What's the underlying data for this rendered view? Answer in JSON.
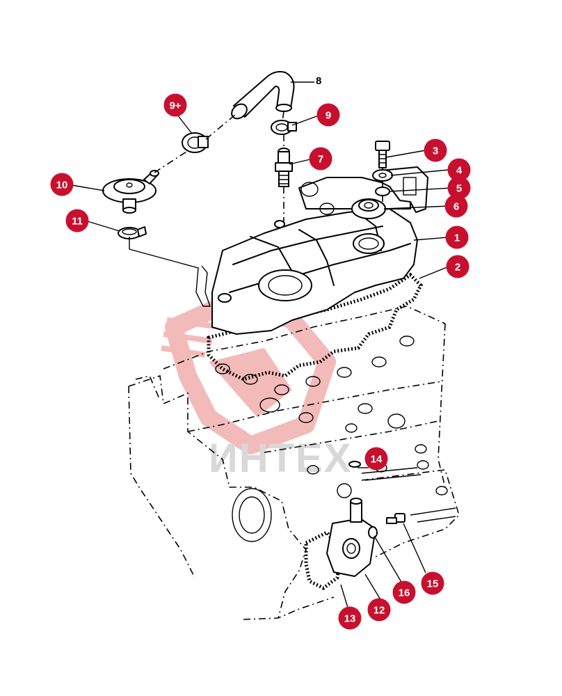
{
  "watermark": {
    "text": "ИНТЕХ",
    "color": "#d8d8d8",
    "logo_color": "#f2b3b3"
  },
  "callouts": [
    {
      "id": "1",
      "style": "badge"
    },
    {
      "id": "2",
      "style": "badge"
    },
    {
      "id": "3",
      "style": "badge"
    },
    {
      "id": "4",
      "style": "badge"
    },
    {
      "id": "5",
      "style": "badge"
    },
    {
      "id": "6",
      "style": "badge"
    },
    {
      "id": "7",
      "style": "badge"
    },
    {
      "id": "8",
      "style": "plain"
    },
    {
      "id": "9",
      "style": "badge"
    },
    {
      "id": "9+",
      "style": "badge"
    },
    {
      "id": "10",
      "style": "badge"
    },
    {
      "id": "11",
      "style": "badge"
    },
    {
      "id": "12",
      "style": "badge"
    },
    {
      "id": "13",
      "style": "badge"
    },
    {
      "id": "14",
      "style": "badge"
    },
    {
      "id": "15",
      "style": "badge"
    },
    {
      "id": "16",
      "style": "badge"
    }
  ],
  "colors": {
    "badge": "#c8102e",
    "badge_text": "#ffffff",
    "line": "#000000",
    "background": "#ffffff"
  }
}
